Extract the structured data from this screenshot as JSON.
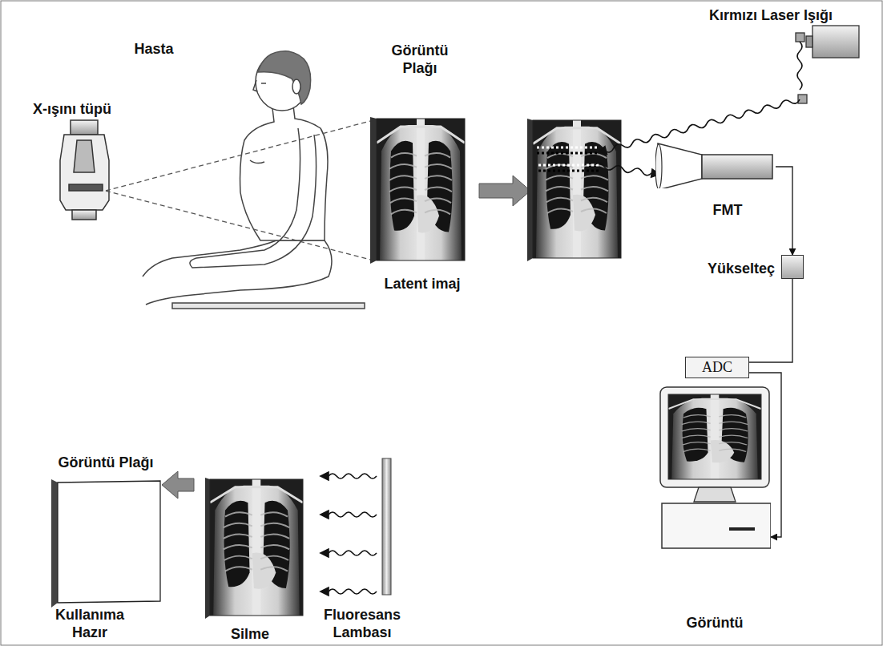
{
  "diagram": {
    "nodes": [
      {
        "text": [
          "FMT"
        ]
      },
      {
        "text": [
          "Yükselteç"
        ]
      },
      {
        "text": [
          "ADC"
        ]
      },
      {
        "text": [
          "Görüntü"
        ]
      }
    ],
    "edges": [
      {
        "from": 0,
        "to": 1,
        "arrow": "to"
      },
      {
        "from": 1,
        "to": 2,
        "arrow": "none"
      },
      {
        "from": 2,
        "to": 3,
        "arrow": "to"
      }
    ],
    "labels": [
      "Hasta",
      "X-ışını tüpü",
      "Görüntü Plağı",
      "Latent imaj",
      "Kırmızı Laser Işığı",
      "Görüntü Plağı",
      "Kullanıma Hazır",
      "Silme",
      "Fluoresans Lambası"
    ]
  }
}
